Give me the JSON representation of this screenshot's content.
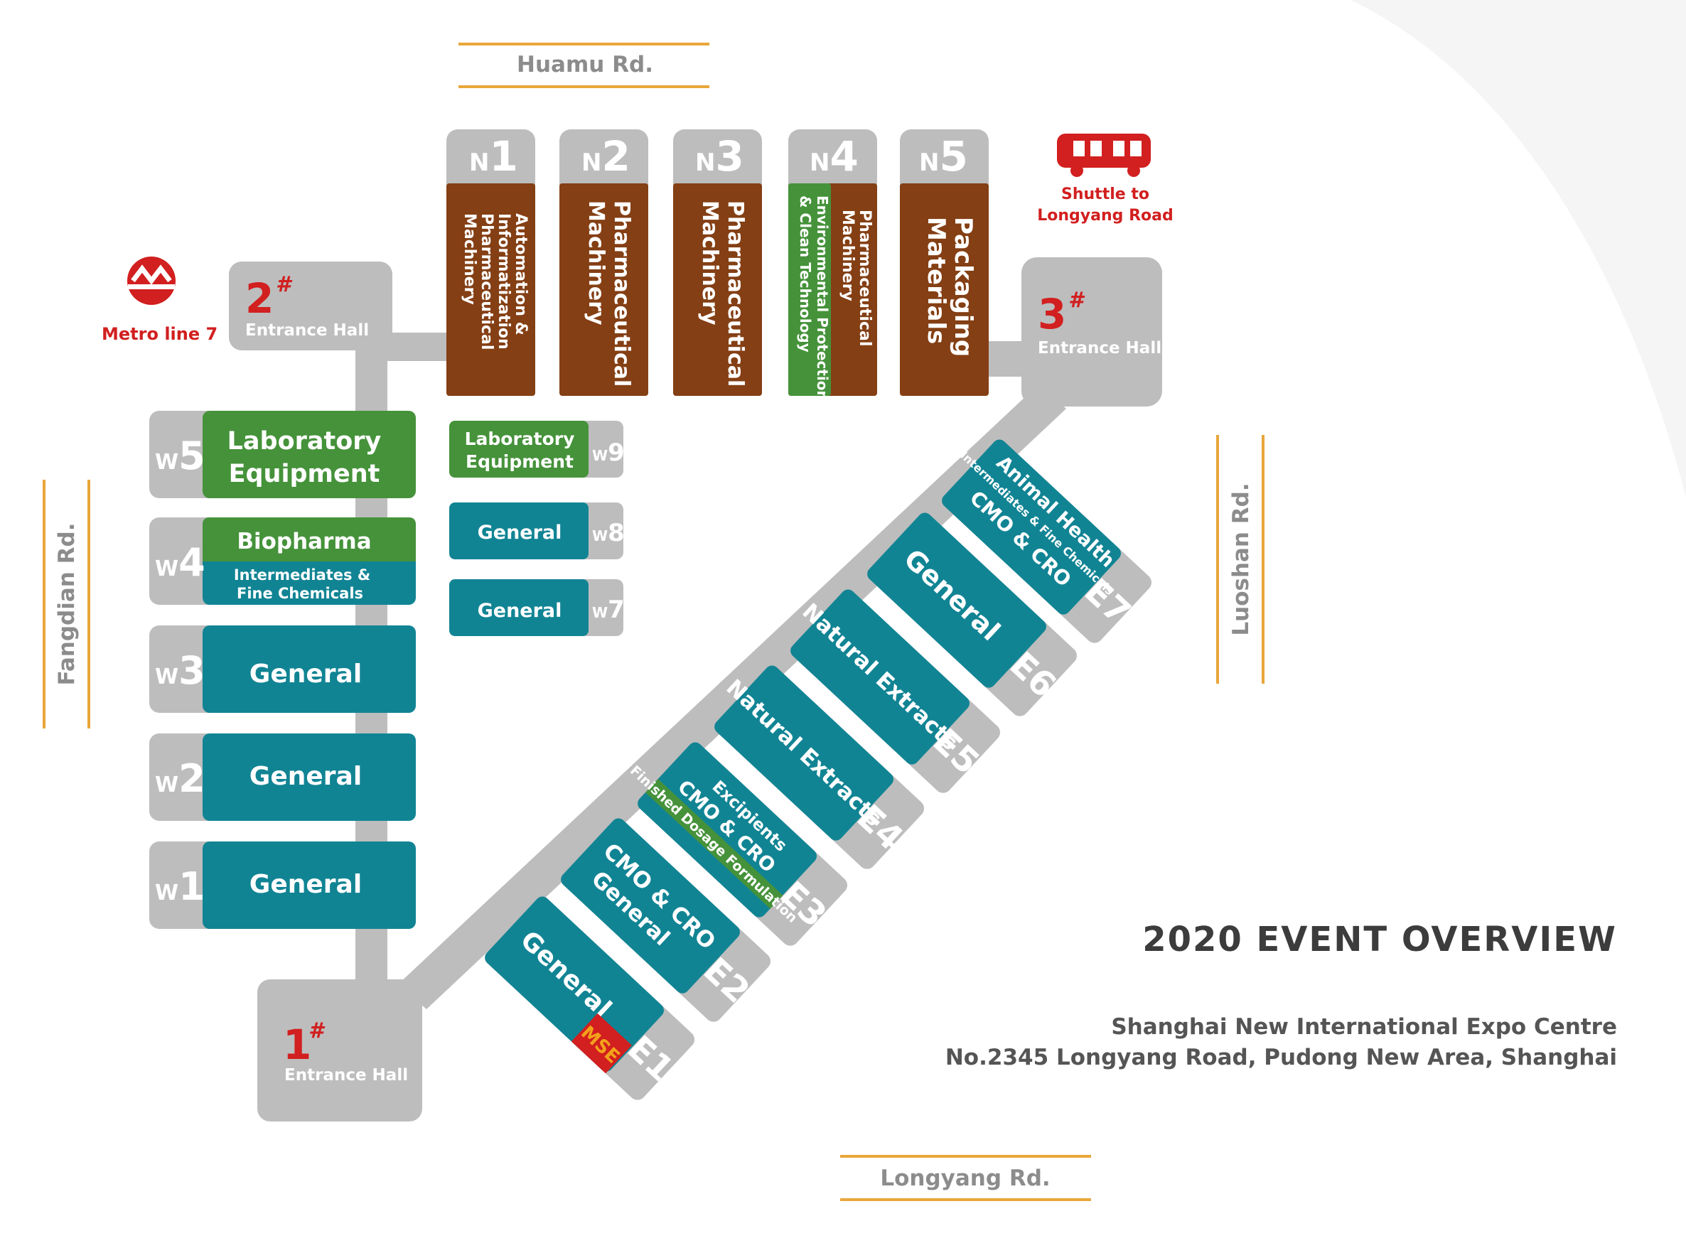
{
  "colors": {
    "hall_gray": "#bdbdbd",
    "teal": "#118494",
    "brown": "#843f14",
    "green": "#45923a",
    "red": "#d21f1f",
    "road_orange": "#e9a63a",
    "road_text": "#8c8c8c",
    "title_text": "#3c3c3c",
    "white": "#ffffff"
  },
  "roads": {
    "north": "Huamu Rd.",
    "west": "Fangdian Rd.",
    "east": "Luoshan Rd.",
    "south": "Longyang Rd."
  },
  "entrances": {
    "e1": {
      "number": "1",
      "mark": "#",
      "label": "Entrance Hall"
    },
    "e2": {
      "number": "2",
      "mark": "#",
      "label": "Entrance Hall"
    },
    "e3": {
      "number": "3",
      "mark": "#",
      "label": "Entrance Hall"
    }
  },
  "transport": {
    "metro": {
      "label": "Metro line 7",
      "icon": "metro-logo-icon"
    },
    "shuttle": {
      "line1": "Shuttle to",
      "line2": "Longyang Road",
      "icon": "bus-icon"
    }
  },
  "north_halls": [
    {
      "letter": "N",
      "number": "1",
      "lines": [
        "Automation &",
        "Informatization",
        "Pharmaceutical",
        "Machinery"
      ]
    },
    {
      "letter": "N",
      "number": "2",
      "lines": [
        "Pharmaceutical",
        "Machinery"
      ]
    },
    {
      "letter": "N",
      "number": "3",
      "lines": [
        "Pharmaceutical",
        "Machinery"
      ]
    },
    {
      "letter": "N",
      "number": "4",
      "lines": [
        "Pharmaceutical",
        "Machinery"
      ],
      "green_lines": [
        "Environmental Protection",
        "& Clean Technology"
      ]
    },
    {
      "letter": "N",
      "number": "5",
      "lines": [
        "Packaging",
        "Materials"
      ]
    }
  ],
  "west_halls": [
    {
      "letter": "W",
      "number": "5",
      "lines": [
        "Laboratory",
        "Equipment"
      ],
      "color": "green"
    },
    {
      "letter": "W",
      "number": "4",
      "top": "Biopharma",
      "lines": [
        "Intermediates &",
        "Fine Chemicals"
      ],
      "color": "split"
    },
    {
      "letter": "W",
      "number": "3",
      "lines": [
        "General"
      ],
      "color": "teal"
    },
    {
      "letter": "W",
      "number": "2",
      "lines": [
        "General"
      ],
      "color": "teal"
    },
    {
      "letter": "W",
      "number": "1",
      "lines": [
        "General"
      ],
      "color": "teal"
    }
  ],
  "middle_halls": [
    {
      "letter": "W",
      "number": "9",
      "lines": [
        "Laboratory",
        "Equipment"
      ],
      "color": "green"
    },
    {
      "letter": "W",
      "number": "8",
      "lines": [
        "General"
      ],
      "color": "teal"
    },
    {
      "letter": "W",
      "number": "7",
      "lines": [
        "General"
      ],
      "color": "teal"
    }
  ],
  "east_halls": [
    {
      "label": "E1",
      "lines": [
        "General"
      ],
      "badge": "MSE"
    },
    {
      "label": "E2",
      "lines": [
        "CMO & CRO",
        "General"
      ]
    },
    {
      "label": "E3",
      "green_lines": [
        "Finished Dosage Formulation"
      ],
      "lines": [
        "Excipients",
        "CMO & CRO"
      ]
    },
    {
      "label": "E4",
      "lines": [
        "Natural Extracts"
      ]
    },
    {
      "label": "E5",
      "lines": [
        "Natural Extracts"
      ]
    },
    {
      "label": "E6",
      "lines": [
        "General"
      ]
    },
    {
      "label": "E7",
      "lines": [
        "Animal Health",
        "Intermediates & Fine Chemicals",
        "CMO & CRO"
      ]
    }
  ],
  "overview": {
    "title": "2020 EVENT OVERVIEW",
    "venue": "Shanghai New International Expo Centre",
    "address": "No.2345 Longyang Road, Pudong New Area, Shanghai"
  }
}
